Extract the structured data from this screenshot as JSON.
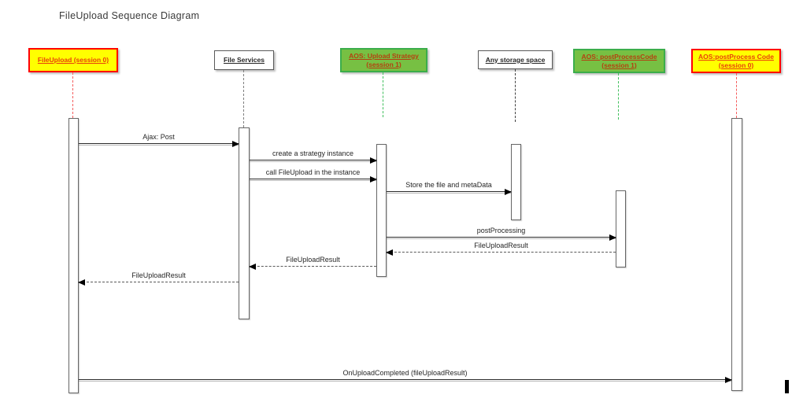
{
  "title": "FileUpload Sequence Diagram",
  "colors": {
    "yellow_actor_fill": "#FFFF00",
    "yellow_actor_border": "#FF0000",
    "green_actor_fill": "#77C043",
    "green_actor_border": "#3BAD4B",
    "red_label_text": "#E8400A",
    "lifeline_red": "#F55C5C",
    "lifeline_green": "#3FBF5C",
    "lifeline_gray": "#7F7F7F",
    "lifeline_black": "#404040"
  },
  "actors": [
    {
      "id": "fileupload-session-0",
      "label": "FileUpload (session 0)",
      "style": "yellow"
    },
    {
      "id": "file-services",
      "label": "File Services",
      "style": "plain"
    },
    {
      "id": "aos-upload-strategy-session-1",
      "label": "AOS: Upload Strategy\n(session 1)",
      "style": "green"
    },
    {
      "id": "any-storage-space",
      "label": "Any storage space",
      "style": "plain"
    },
    {
      "id": "aos-postprocesscode-session-1",
      "label": "AOS: postProcessCode\n(session 1)",
      "style": "green"
    },
    {
      "id": "aos-postprocess-code-session-0",
      "label": "AOS:postProcess Code\n(session 0)",
      "style": "yellow"
    }
  ],
  "messages": [
    {
      "label": "Ajax: Post",
      "from": "FileUpload (session 0)",
      "to": "File Services",
      "line": "solid"
    },
    {
      "label": "create a strategy instance",
      "from": "File Services",
      "to": "AOS: Upload Strategy (session 1)",
      "line": "solid"
    },
    {
      "label": "call FileUpload in the instance",
      "from": "File Services",
      "to": "AOS: Upload Strategy (session 1)",
      "line": "solid"
    },
    {
      "label": "Store the file and metaData",
      "from": "AOS: Upload Strategy (session 1)",
      "to": "Any storage space",
      "line": "solid"
    },
    {
      "label": "postProcessing",
      "from": "AOS: Upload Strategy (session 1)",
      "to": "AOS: postProcessCode (session 1)",
      "line": "solid"
    },
    {
      "label": "FileUploadResult",
      "from": "AOS: postProcessCode (session 1)",
      "to": "AOS: Upload Strategy (session 1)",
      "line": "dashed"
    },
    {
      "label": "FileUploadResult",
      "from": "AOS: Upload Strategy (session 1)",
      "to": "File Services",
      "line": "dashed"
    },
    {
      "label": "FileUploadResult",
      "from": "File Services",
      "to": "FileUpload (session 0)",
      "line": "dashed"
    },
    {
      "label": "OnUploadCompleted (fileUploadResult)",
      "from": "FileUpload (session 0)",
      "to": "AOS:postProcess Code (session 0)",
      "line": "solid"
    }
  ]
}
